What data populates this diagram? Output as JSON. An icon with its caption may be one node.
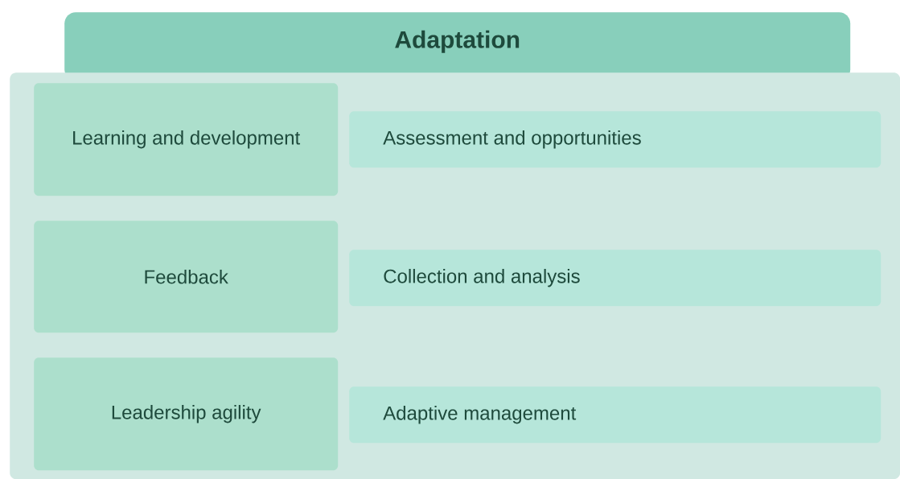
{
  "diagram": {
    "nodes": [
      {
        "text": [
          "Adaptation"
        ]
      },
      {
        "text": [],
        "shape": "box"
      },
      {
        "text": [
          "Learning and development"
        ],
        "in": 1
      },
      {
        "text": [
          "Assessment and opportunities"
        ],
        "in": 1
      },
      {
        "text": [
          "Feedback"
        ],
        "in": 1
      },
      {
        "text": [
          "Collection and analysis"
        ],
        "in": 1
      },
      {
        "text": [
          "Leadership agility"
        ],
        "in": 1
      },
      {
        "text": [
          "Adaptive management"
        ],
        "in": 1
      }
    ]
  }
}
